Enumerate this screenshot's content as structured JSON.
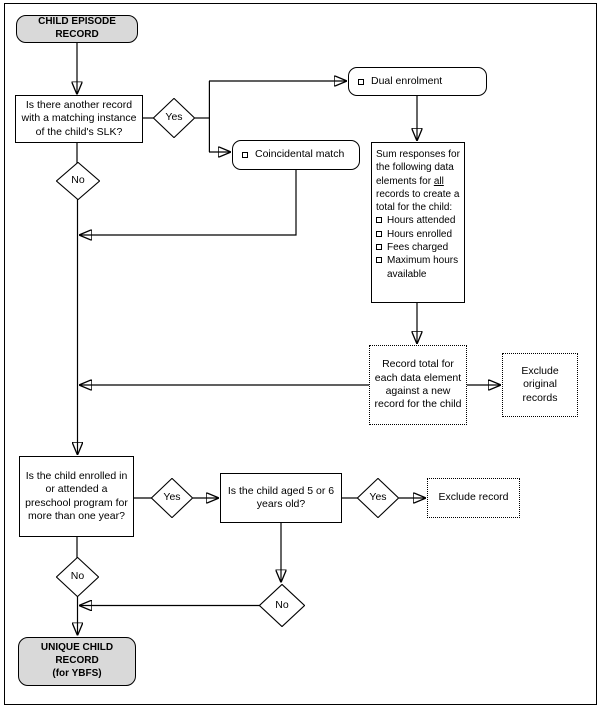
{
  "nodes": {
    "start": {
      "label": "CHILD EPISODE RECORD"
    },
    "q_slk": {
      "lines": [
        "Is there another record",
        "with a matching instance",
        "of the child's SLK?"
      ]
    },
    "yes_slk": {
      "label": "Yes"
    },
    "no_slk": {
      "label": "No"
    },
    "dual_enrolment": {
      "label": "Dual enrolment"
    },
    "coincidental_match": {
      "label": "Coincidental match"
    },
    "sum_responses": {
      "intro_pre": "Sum responses for the following data elements for ",
      "intro_underline": "all",
      "intro_post": " records to create a total for the child:",
      "bullets": [
        "Hours attended",
        "Hours enrolled",
        "Fees charged",
        "Maximum hours available"
      ]
    },
    "record_total": {
      "lines": [
        "Record total for",
        "each data element",
        "against a new",
        "record for the child"
      ]
    },
    "exclude_original": {
      "lines": [
        "Exclude",
        "original",
        "records"
      ]
    },
    "q_preschool": {
      "lines": [
        "Is the child enrolled in",
        "or attended a",
        "preschool program for",
        "more than one year?"
      ]
    },
    "yes_preschool": {
      "label": "Yes"
    },
    "no_preschool": {
      "label": "No"
    },
    "q_age": {
      "lines": [
        "Is the child aged 5 or 6",
        "years old?"
      ]
    },
    "yes_age": {
      "label": "Yes"
    },
    "no_age": {
      "label": "No"
    },
    "exclude_record": {
      "label": "Exclude record"
    },
    "end": {
      "lines": [
        "UNIQUE CHILD RECORD",
        "(for YBFS)"
      ]
    }
  },
  "colors": {
    "terminal_fill": "#d9d9d9",
    "line": "#000000",
    "box_fill": "#ffffff"
  }
}
